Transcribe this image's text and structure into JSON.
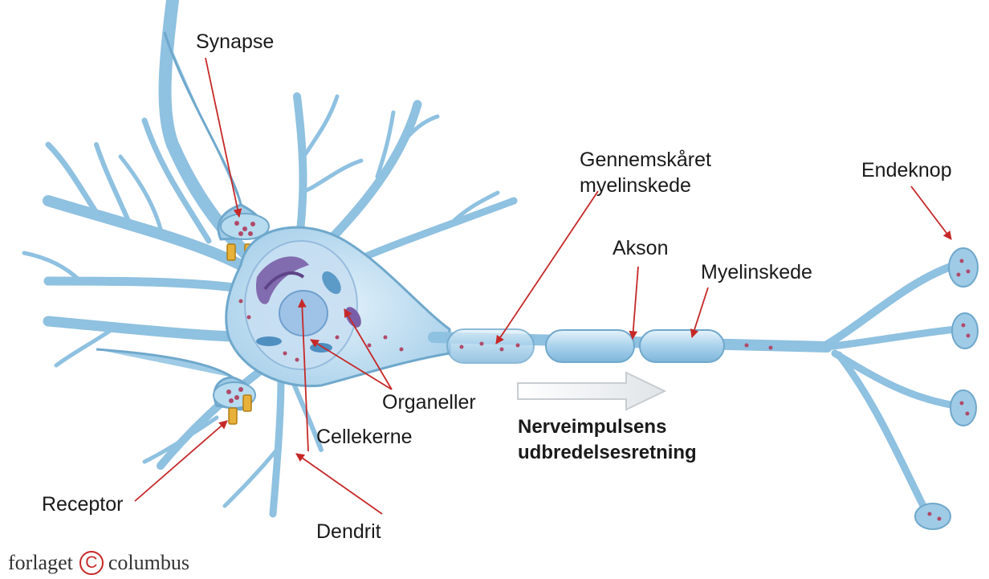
{
  "colors": {
    "arrow": "#c62828",
    "neuron_fill": "#bcdcee",
    "neuron_stroke": "#6fa8cc",
    "nucleus": "#9fc3e6",
    "organelle_purple": "#7a5fa8",
    "receptor": "#e8b23a"
  },
  "labels": {
    "synapse": "Synapse",
    "gennemskaaret_line1": "Gennemskåret",
    "gennemskaaret_line2": "myelinskede",
    "endeknop": "Endeknop",
    "akson": "Akson",
    "myelinskede": "Myelinskede",
    "organeller": "Organeller",
    "cellekerne": "Cellekerne",
    "receptor": "Receptor",
    "dendrit": "Dendrit",
    "impulse_line1": "Nerveimpulsens",
    "impulse_line2": "udbredelsesretning"
  },
  "publisher": {
    "left": "forlaget",
    "copyright_symbol": "C",
    "right": "columbus"
  }
}
